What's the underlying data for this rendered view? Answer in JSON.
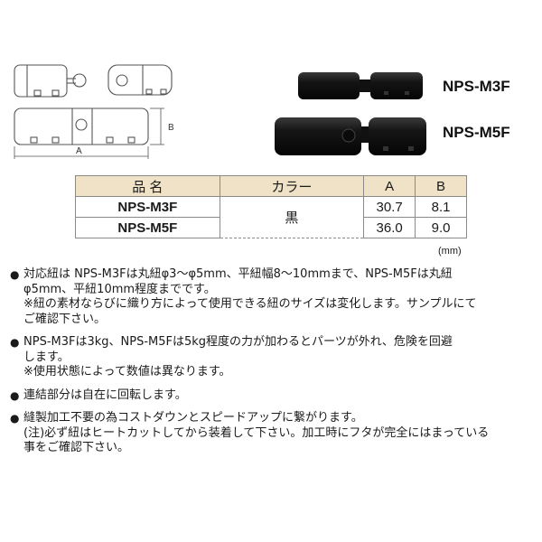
{
  "drawing": {
    "dim_a": "A",
    "dim_b": "B"
  },
  "products": {
    "m3f_label": "NPS-M3F",
    "m5f_label": "NPS-M5F"
  },
  "table": {
    "headers": [
      "品 名",
      "カラー",
      "A",
      "B"
    ],
    "rows": [
      {
        "name": "NPS-M3F",
        "a": "30.7",
        "b": "8.1"
      },
      {
        "name": "NPS-M5F",
        "a": "36.0",
        "b": "9.0"
      }
    ],
    "color": "黒",
    "unit": "(mm)"
  },
  "notes": [
    {
      "bullet": "●",
      "text": "対応紐は NPS-M3Fは丸紐φ3〜φ5mm、平紐幅8〜10mmまで、NPS-M5Fは丸紐\nφ5mm、平紐10mm程度までです。\n※紐の素材ならびに織り方によって使用できる紐のサイズは変化します。サンプルにて\nご確認下さい。"
    },
    {
      "bullet": "●",
      "text": "NPS-M3Fは3kg、NPS-M5Fは5kg程度の力が加わるとパーツが外れ、危険を回避\nします。\n※使用状態によって数値は異なります。"
    },
    {
      "bullet": "●",
      "text": "連結部分は自在に回転します。"
    },
    {
      "bullet": "●",
      "text": "縫製加工不要の為コストダウンとスピードアップに繋がります。\n(注)必ず紐はヒートカットしてから装着して下さい。加工時にフタが完全にはまっている\n事をご確認下さい。"
    }
  ]
}
